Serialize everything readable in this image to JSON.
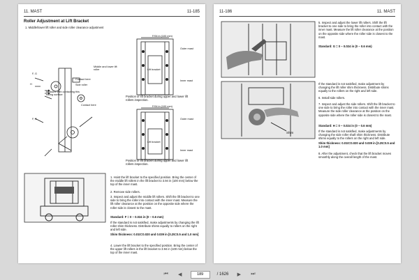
{
  "left_page": {
    "header_left": "11. MAST",
    "header_right": "11-185",
    "section_title": "Roller Adjustment at Lift Bracket",
    "item1": "1.    Middle/lower lift roller and side roller clearance adjustment",
    "fig1": {
      "dim": "F/94 in (100 mm)",
      "outer_mast": "Outer mast",
      "lift_bracket": "Lift bracket",
      "inner_mast": "Inner mast",
      "caption": "Position of lift bracket during upper and lower lift rollers inspection."
    },
    "fig2": {
      "dim": "F/94 in (100 mm)",
      "outer_mast": "Outer mast",
      "lift_bracket": "Lift bracket",
      "inner_mast": "Inner mast",
      "caption": "Position of lift bracket during upper and lower lift rollers inspection."
    },
    "detail": {
      "fg_top": "F, G",
      "h": "H",
      "middle_lower": "Middle and lower lift roller",
      "contact_here_1": "Contact here",
      "side_roller": "Side roller",
      "measure": "Measure with contacting this rolling surface",
      "contact_here_2": "Contact here",
      "fg_bottom": "F, G"
    },
    "steps": [
      "1. Hoist the lift bracket to the specified position. Bring the center of the middle lift rollers in the lift bracket to 3.94 in (100 mm) below the top of the inner mast.",
      "2. Remove side rollers.",
      "3. Inspect and adjust the middle lift rollers. Shift the lift bracket to one side to bring the roller into contact with the inner mast. Measure the lift roller clearance at the position on the opposite side where the roller side is closest to the mast."
    ],
    "standard": "Standard: F = 0 ~ 0.024 in (0 ~ 0.6 mm)",
    "not_satisfied": "If the standard is not satisfied, make adjustments by changing the lift roller shim thickness. Distribute shims equally to rollers on the right and left side.",
    "shim": "Shim thickness:  0.010=0.020 and 0.039 in [0.25=0.5 and 1.0 mm]",
    "step4": "4. Lower the lift bracket to the specified position. Bring the center of the upper lift rollers in the lift bracket to 3.94 in (100 mm) below the top of the inner mast."
  },
  "right_page": {
    "header_left": "11-186",
    "header_right": "11. MAST",
    "step5": "5. Inspect and adjust the lower lift rollers. Shift the lift bracket to one side to bring the roller into contact with the inner mast. Measure the lift roller clearance at the position on the opposite side where the roller side is closest to the mast.",
    "standard_g": "Standard: G = 0 ~ 0.024 in (0 ~ 0.6 mm)",
    "not_satisfied_1": "If the standard is not satisfied, make adjustment by changing the lift roller shim thickness. Distribute shims equally to the rollers on the right and left side.",
    "step6": "6. Install side rollers.",
    "step7": "7. Inspect and adjust the side rollers. Shift the lift bracket to one side to bring the roller into contact with the inner mast. Measure the side roller clearance at the position on the opposite side where the roller side is closest to the mast.",
    "standard_h": "Standard: H = 0 ~ 0.024 in (0 ~ 0.6 mm)",
    "not_satisfied_2": "If the standard is not satisfied, make adjustments by changing the side roller shaft shim thickness. Distribute shims equally to the rollers on the right and left side.",
    "shim": "Shim thickness:  0.010=0.020 and 0.039 in [0.25=0.5 and 1.0 mm]",
    "photo_label": "Shim",
    "step8": "8. After the adjustment, check that the lift bracket moves smoothly along the overall length of the mast."
  },
  "toolbar": {
    "page_value": "189",
    "page_total": "/ 1626",
    "icons": [
      "first-page-icon",
      "prev-page-icon",
      "next-page-icon",
      "last-page-icon"
    ]
  }
}
